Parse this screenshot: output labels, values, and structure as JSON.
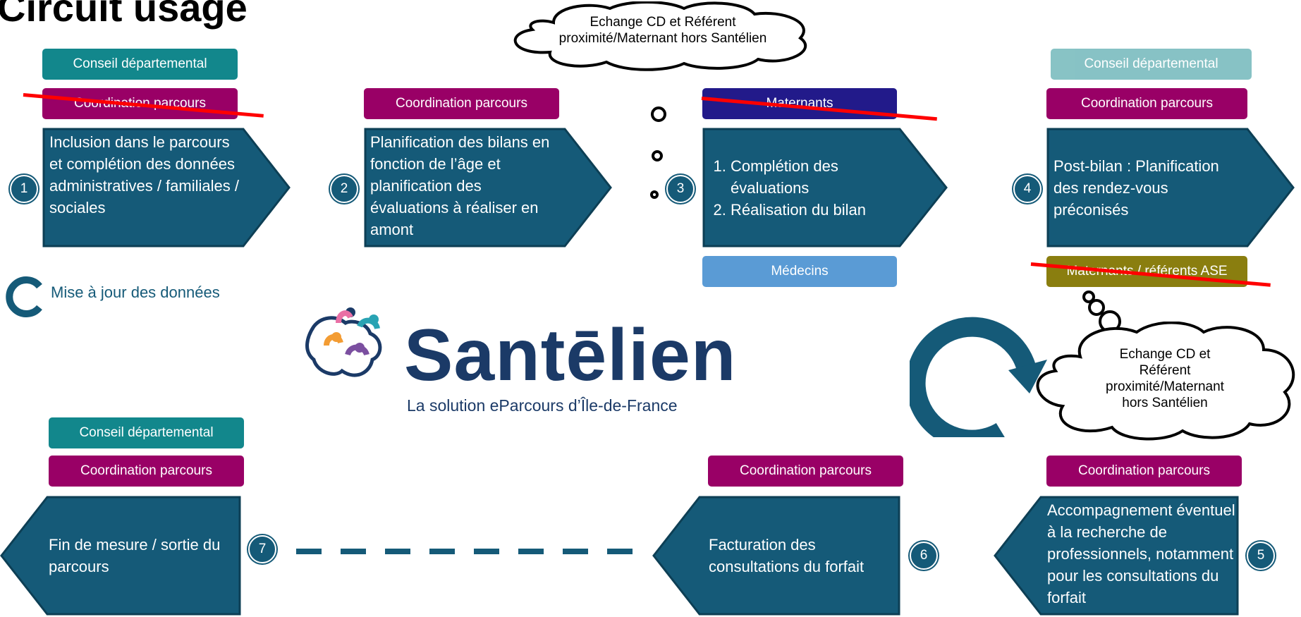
{
  "title": "Circuit usage",
  "labels": {
    "cd": "Conseil départemental",
    "coord": "Coordination parcours",
    "maternants": "Maternants",
    "medecins": "Médecins",
    "ase": "Maternants / référents ASE"
  },
  "steps": [
    {
      "num": "1",
      "text": "Inclusion dans le parcours et complétion des données administratives / familiales / sociales"
    },
    {
      "num": "2",
      "text": "Planification des bilans en fonction de l’âge et planification des évaluations à réaliser en amont"
    },
    {
      "num": "3",
      "items": [
        "Complétion des évaluations",
        "Réalisation du bilan"
      ]
    },
    {
      "num": "4",
      "text": "Post-bilan : Planification des rendez-vous préconisés"
    },
    {
      "num": "5",
      "text": "Accompagnement éventuel à la recherche de professionnels, notamment pour les consultations du forfait"
    },
    {
      "num": "6",
      "text": "Facturation des consultations du forfait"
    },
    {
      "num": "7",
      "text": "Fin de mesure / sortie du parcours"
    }
  ],
  "clouds": {
    "top": "Echange CD et Référent proximité/Maternant hors Santélien",
    "right": "Echange CD et Référent proximité/Maternant hors Santélien"
  },
  "update": "Mise à jour des données",
  "logo": {
    "name": "Santēlien",
    "tagline": "La solution eParcours d’Île-de-France"
  },
  "colors": {
    "arrow": "#155a78",
    "cd": "#12878c",
    "coord": "#990066",
    "maternants": "#221a8a",
    "medecins": "#5a9bd5",
    "ase": "#8a7e0f",
    "strike": "#ff0000"
  }
}
